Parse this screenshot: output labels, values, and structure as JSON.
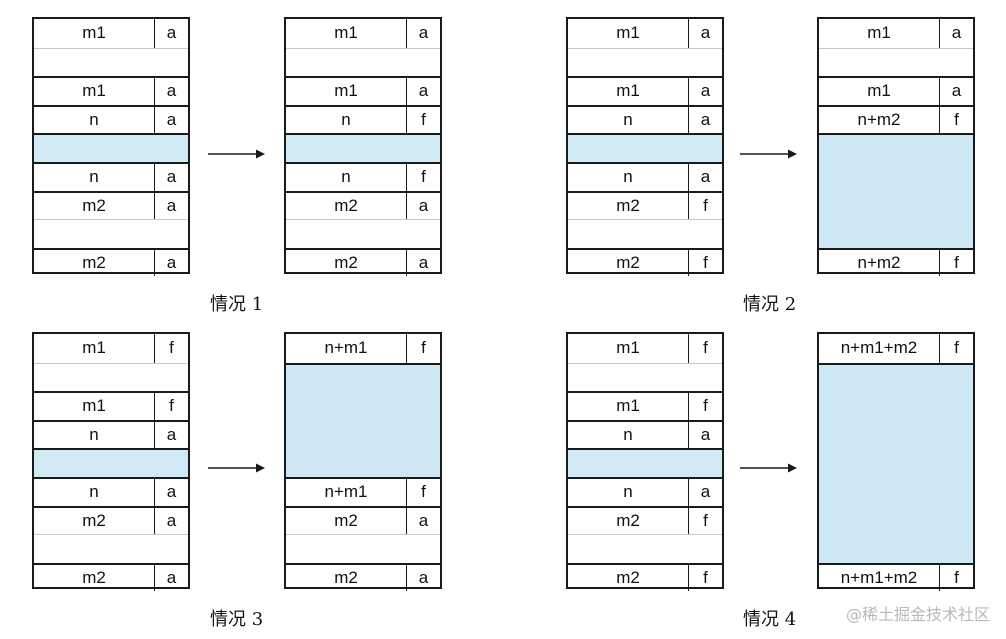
{
  "cases": [
    {
      "caption": "情况 1",
      "before": [
        {
          "label": "m1",
          "flag": "a"
        },
        {
          "label": "",
          "flag": ""
        },
        {
          "label": "m1",
          "flag": "a"
        },
        {
          "label": "n",
          "flag": "a"
        },
        {
          "label": "",
          "flag": ""
        },
        {
          "label": "n",
          "flag": "a"
        },
        {
          "label": "m2",
          "flag": "a"
        },
        {
          "label": "",
          "flag": ""
        },
        {
          "label": "m2",
          "flag": "a"
        }
      ],
      "after": [
        {
          "label": "m1",
          "flag": "a"
        },
        {
          "label": "",
          "flag": ""
        },
        {
          "label": "m1",
          "flag": "a"
        },
        {
          "label": "n",
          "flag": "f"
        },
        {
          "label": "",
          "flag": ""
        },
        {
          "label": "n",
          "flag": "f"
        },
        {
          "label": "m2",
          "flag": "a"
        },
        {
          "label": "",
          "flag": ""
        },
        {
          "label": "m2",
          "flag": "a"
        }
      ]
    },
    {
      "caption": "情况 2",
      "before": [
        {
          "label": "m1",
          "flag": "a"
        },
        {
          "label": "",
          "flag": ""
        },
        {
          "label": "m1",
          "flag": "a"
        },
        {
          "label": "n",
          "flag": "a"
        },
        {
          "label": "",
          "flag": ""
        },
        {
          "label": "n",
          "flag": "a"
        },
        {
          "label": "m2",
          "flag": "f"
        },
        {
          "label": "",
          "flag": ""
        },
        {
          "label": "m2",
          "flag": "f"
        }
      ],
      "after": [
        {
          "label": "m1",
          "flag": "a"
        },
        {
          "label": "",
          "flag": ""
        },
        {
          "label": "m1",
          "flag": "a"
        },
        {
          "label": "n+m2",
          "flag": "f"
        },
        {
          "label": "",
          "flag": ""
        },
        {
          "label": "n+m2",
          "flag": "f"
        }
      ]
    },
    {
      "caption": "情况 3",
      "before": [
        {
          "label": "m1",
          "flag": "f"
        },
        {
          "label": "",
          "flag": ""
        },
        {
          "label": "m1",
          "flag": "f"
        },
        {
          "label": "n",
          "flag": "a"
        },
        {
          "label": "",
          "flag": ""
        },
        {
          "label": "n",
          "flag": "a"
        },
        {
          "label": "m2",
          "flag": "a"
        },
        {
          "label": "",
          "flag": ""
        },
        {
          "label": "m2",
          "flag": "a"
        }
      ],
      "after": [
        {
          "label": "n+m1",
          "flag": "f"
        },
        {
          "label": "",
          "flag": ""
        },
        {
          "label": "n+m1",
          "flag": "f"
        },
        {
          "label": "m2",
          "flag": "a"
        },
        {
          "label": "",
          "flag": ""
        },
        {
          "label": "m2",
          "flag": "a"
        }
      ]
    },
    {
      "caption": "情况 4",
      "before": [
        {
          "label": "m1",
          "flag": "f"
        },
        {
          "label": "",
          "flag": ""
        },
        {
          "label": "m1",
          "flag": "f"
        },
        {
          "label": "n",
          "flag": "a"
        },
        {
          "label": "",
          "flag": ""
        },
        {
          "label": "n",
          "flag": "a"
        },
        {
          "label": "m2",
          "flag": "f"
        },
        {
          "label": "",
          "flag": ""
        },
        {
          "label": "m2",
          "flag": "f"
        }
      ],
      "after": [
        {
          "label": "n+m1+m2",
          "flag": "f"
        },
        {
          "label": "",
          "flag": ""
        },
        {
          "label": "n+m1+m2",
          "flag": "f"
        }
      ]
    }
  ],
  "watermark": "@稀土掘金技术社区",
  "colors": {
    "shade": "#cfe9f5",
    "border": "#1a1a1a"
  }
}
